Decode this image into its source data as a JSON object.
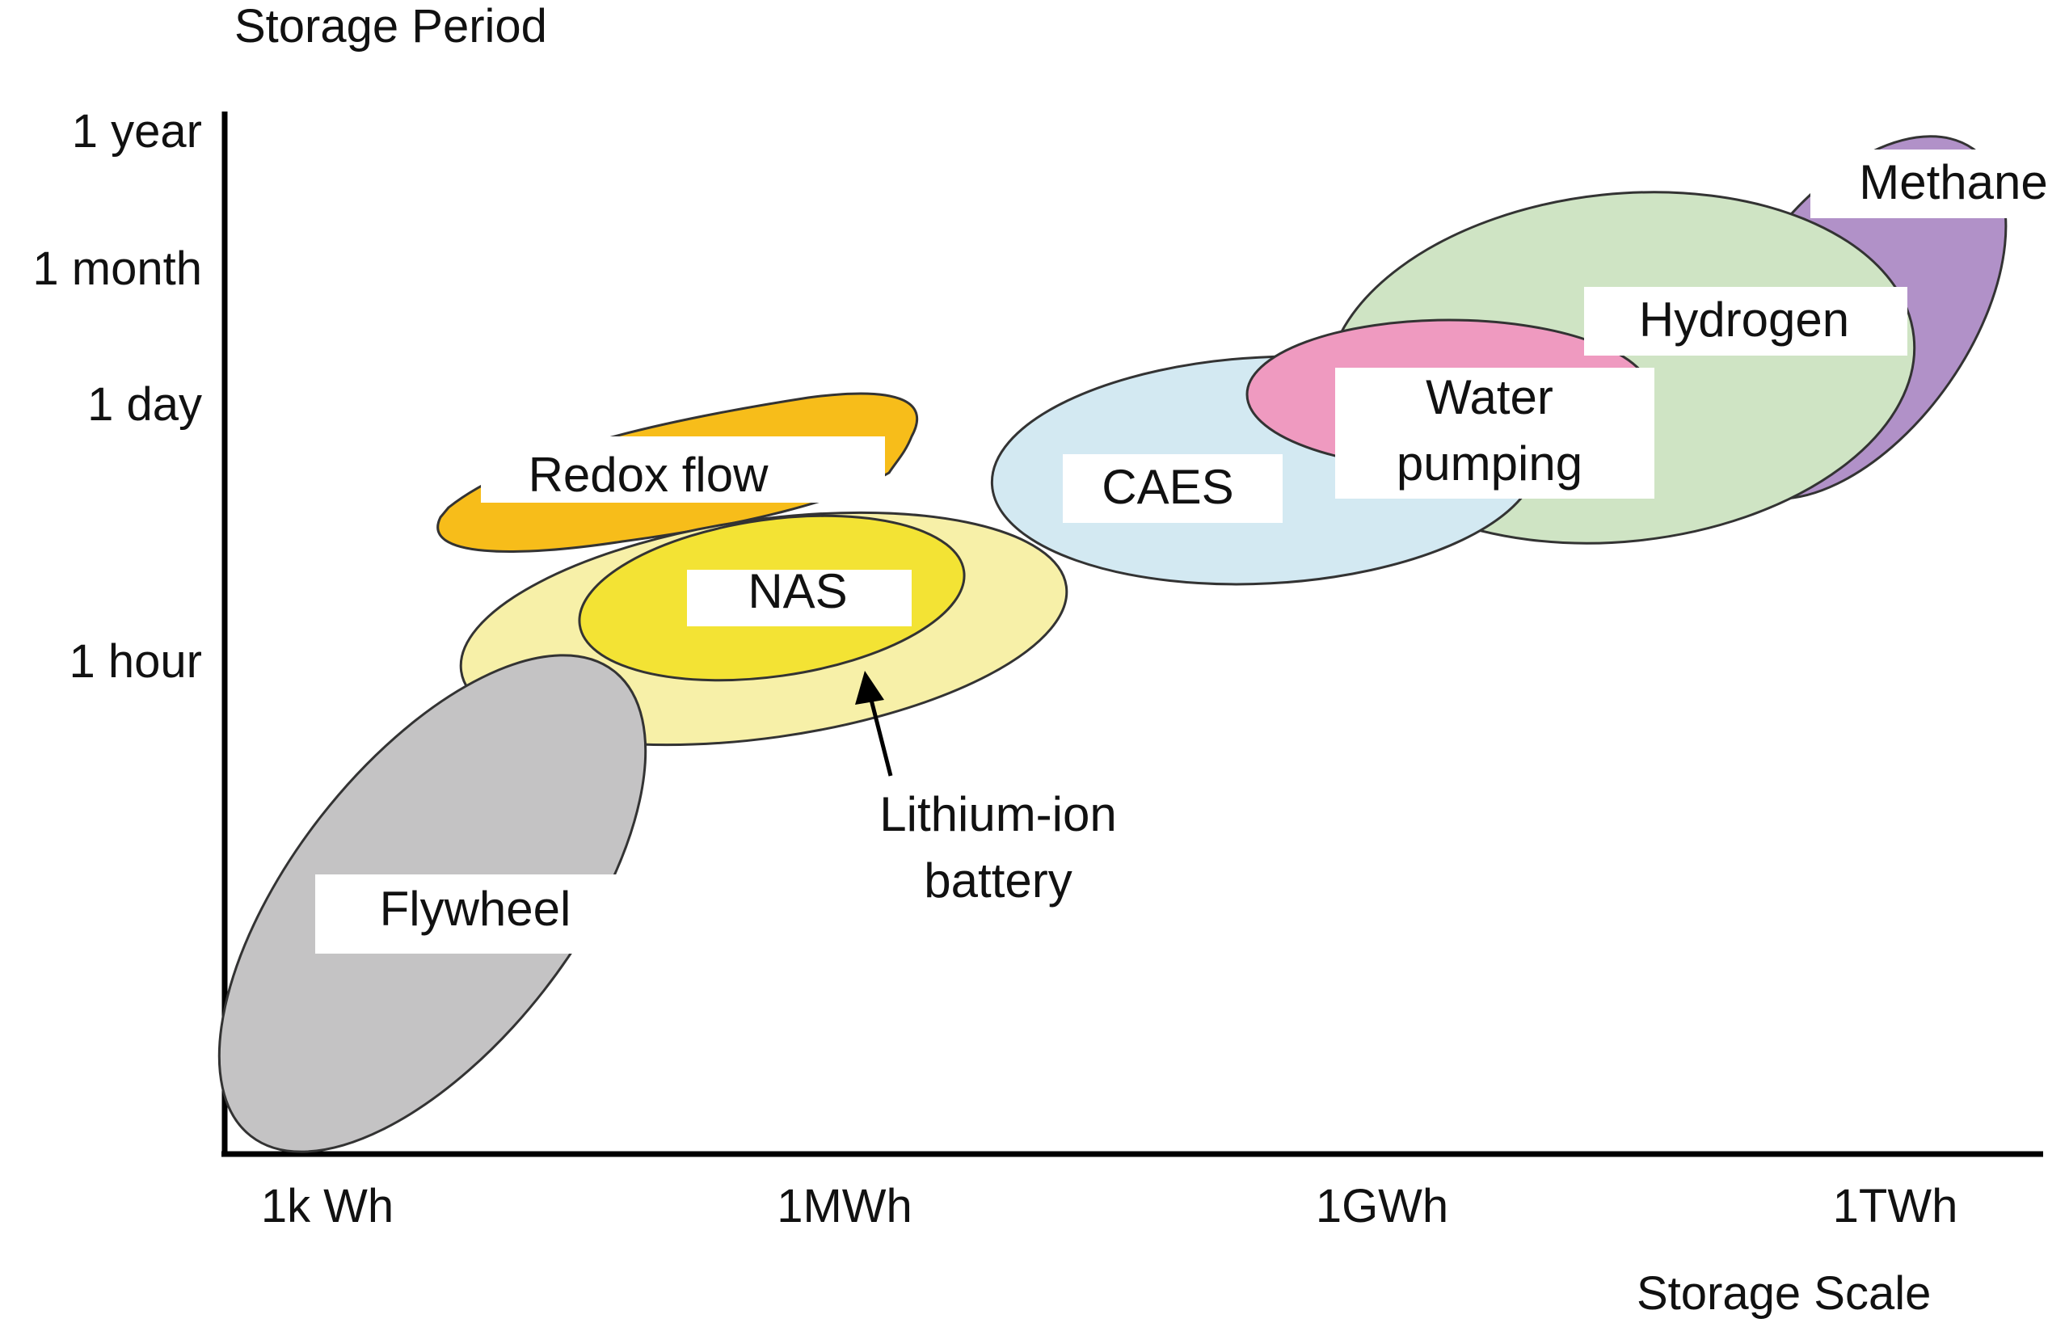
{
  "axes": {
    "y_title": "Storage Period",
    "x_title": "Storage Scale",
    "y_ticks": [
      "1 year",
      "1 month",
      "1 day",
      "1 hour"
    ],
    "x_ticks": [
      "1k Wh",
      "1MWh",
      "1GWh",
      "1TWh"
    ]
  },
  "regions": {
    "methane": {
      "label": "Methane",
      "color": "#b191c8"
    },
    "hydrogen": {
      "label": "Hydrogen",
      "color": "#cfe4c4"
    },
    "water_pumping": {
      "label_line1": "Water",
      "label_line2": "pumping",
      "color": "#ef9ac0"
    },
    "caes": {
      "label": "CAES",
      "color": "#d3e9f2"
    },
    "redox_flow": {
      "label": "Redox flow",
      "color": "#f7bd1a"
    },
    "lithium_ion": {
      "label_line1": "Lithium-ion",
      "label_line2": "battery",
      "color": "#f7f0a8"
    },
    "nas": {
      "label": "NAS",
      "color": "#f3e334"
    },
    "flywheel": {
      "label": "Flywheel",
      "color": "#c4c3c4"
    }
  }
}
